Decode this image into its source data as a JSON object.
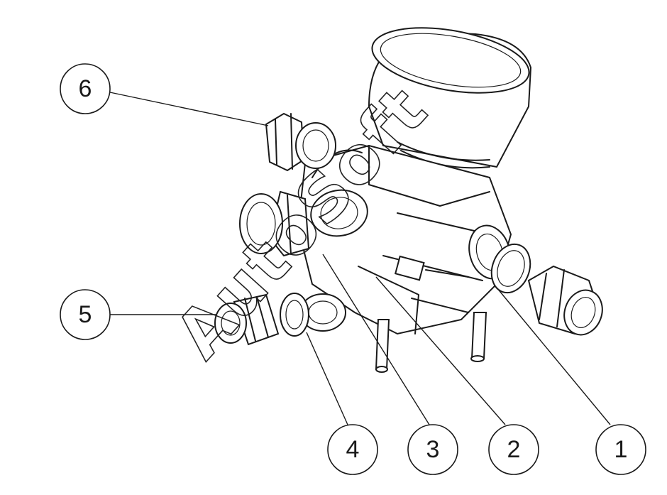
{
  "diagram": {
    "callouts": [
      {
        "id": "6",
        "label": "6"
      },
      {
        "id": "5",
        "label": "5"
      },
      {
        "id": "4",
        "label": "4"
      },
      {
        "id": "3",
        "label": "3"
      },
      {
        "id": "2",
        "label": "2"
      },
      {
        "id": "1",
        "label": "1"
      }
    ],
    "watermark": "AutoSoft"
  }
}
